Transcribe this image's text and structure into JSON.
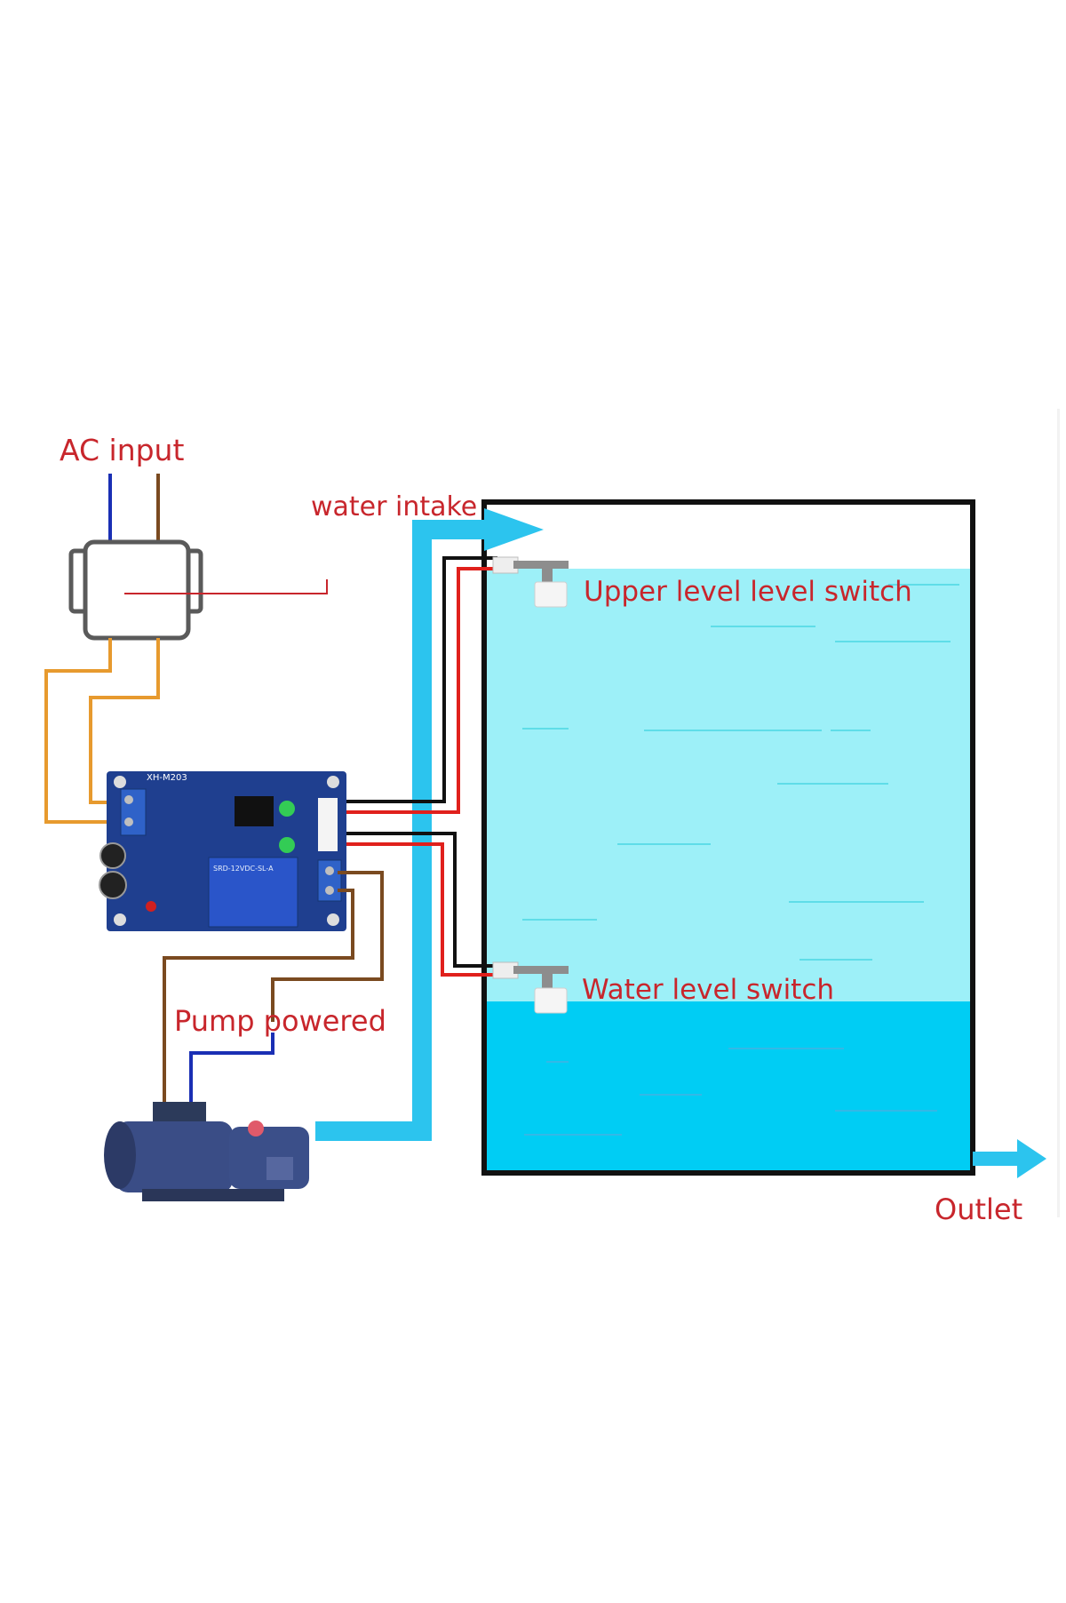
{
  "labels": {
    "ac_input": "AC input",
    "water_intake": "water intake",
    "upper_switch": "Upper level level switch",
    "lower_switch": "Water level switch",
    "pump_powered": "Pump powered",
    "outlet": "Outlet"
  },
  "board": {
    "model": "XH-M203",
    "relay": "SRD-12VDC-SL-A"
  },
  "colors": {
    "label": "#c8262c",
    "water_light": "#9df0f8",
    "water_deep": "#00cdf4",
    "pipe": "#2cc4ee",
    "wire_black": "#111111",
    "wire_red": "#e0201c",
    "wire_orange": "#e79a2e",
    "wire_brown": "#7a4a20",
    "wire_blue": "#1a2fb4",
    "board_blue": "#1f3f8f"
  },
  "tank": {
    "full_level_fraction": 0.91,
    "low_level_fraction": 0.27
  }
}
